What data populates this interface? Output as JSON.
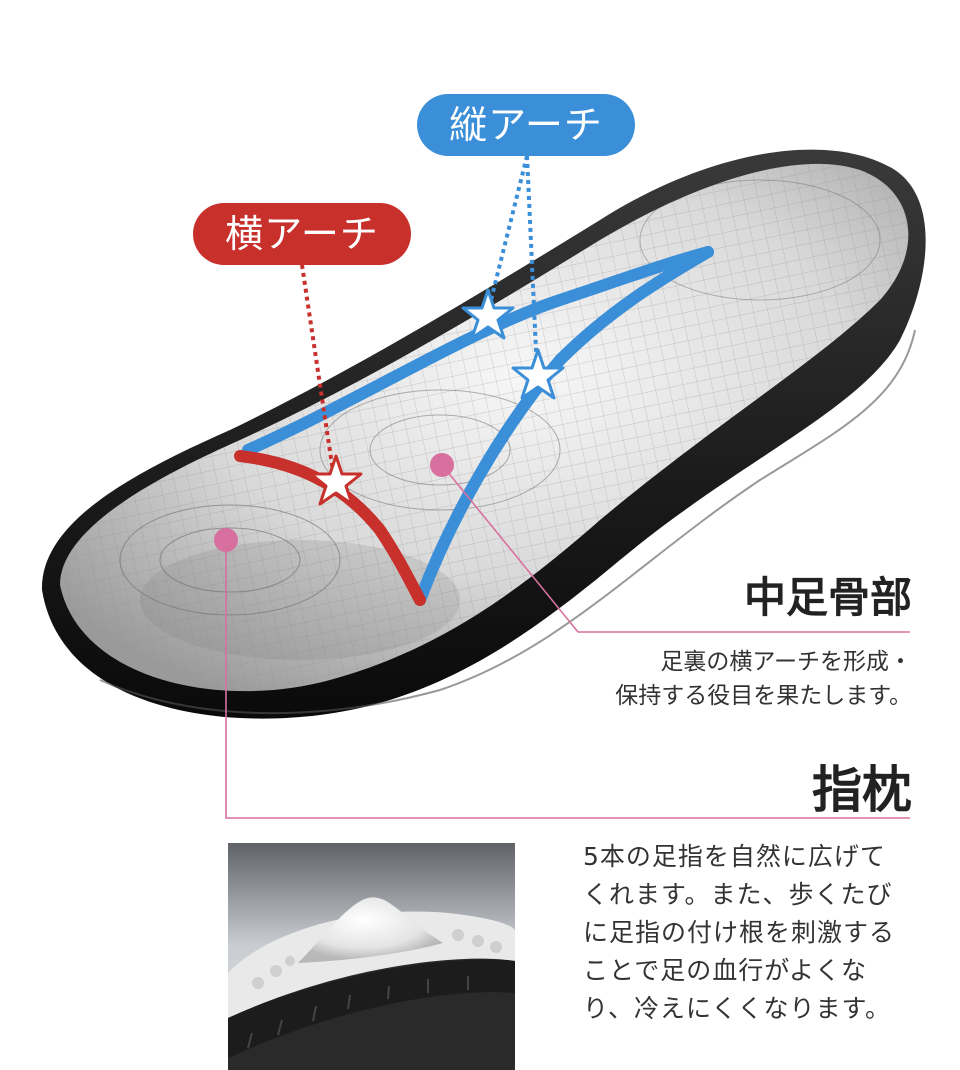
{
  "labels": {
    "transverse_arch": "横アーチ",
    "longitudinal_arch": "縦アーチ"
  },
  "sections": {
    "metatarsal": {
      "title": "中足骨部",
      "desc_line1": "足裏の横アーチを形成・",
      "desc_line2": "保持する役目を果たします。"
    },
    "toe_pillow": {
      "title": "指枕",
      "desc_line1": "5本の足指を自然に広げて",
      "desc_line2": "くれます。また、歩くたび",
      "desc_line3": "に足指の付け根を刺激する",
      "desc_line4": "ことで足の血行がよくな",
      "desc_line5": "り、冷えにくくなります。"
    }
  },
  "colors": {
    "red_arch": "#c8302b",
    "blue_arch": "#3a8fd8",
    "pink_leader": "#d8709f",
    "sole": "#1a1a1a"
  }
}
